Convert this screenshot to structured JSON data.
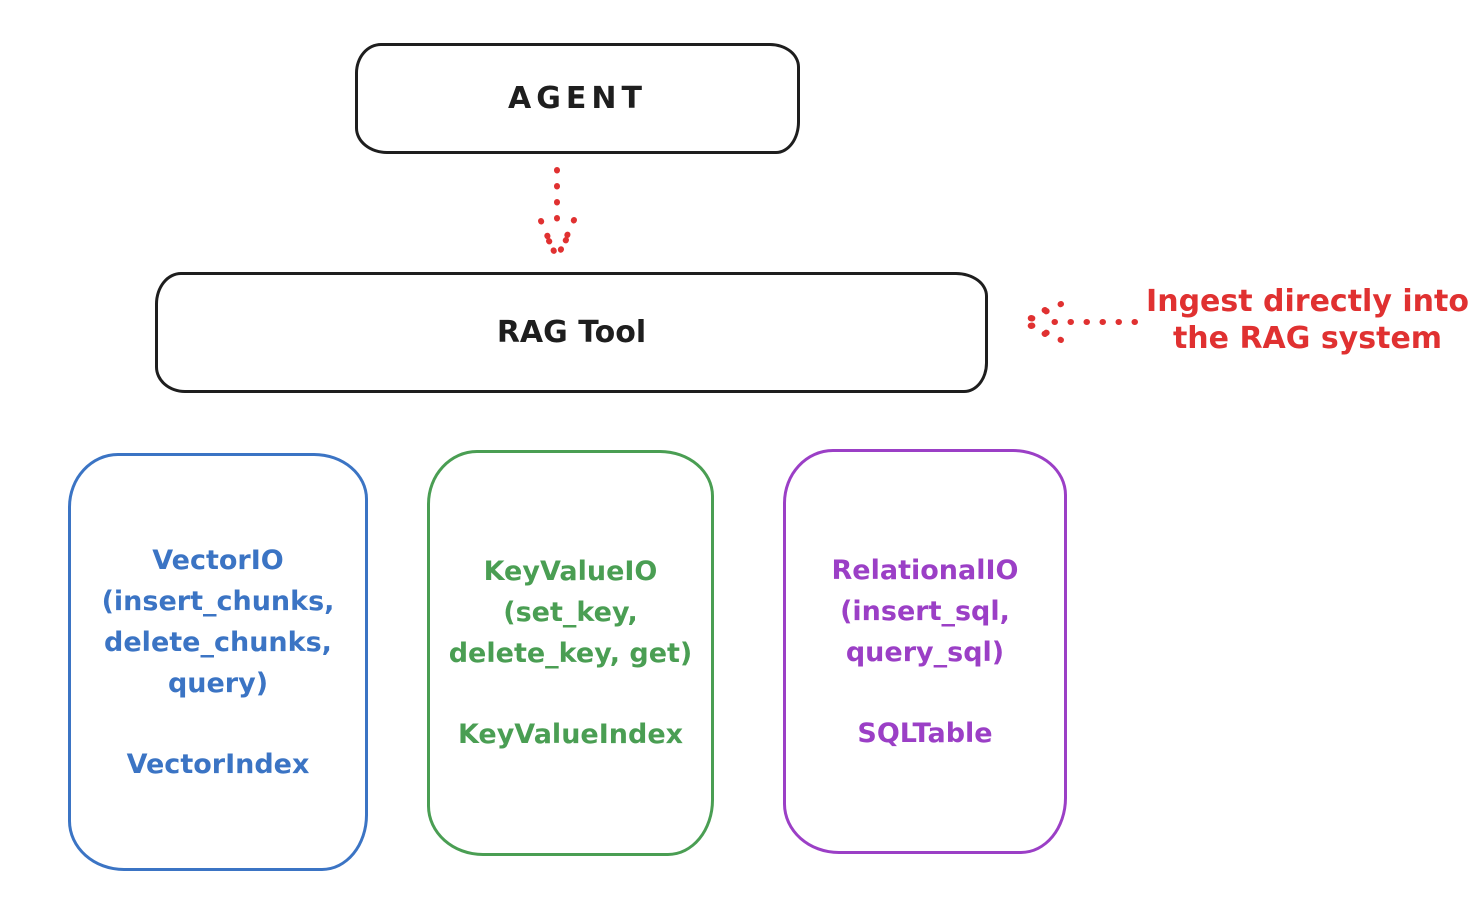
{
  "diagram": {
    "background": "#ffffff",
    "ink_color": "#1e1e1e",
    "accent_red": "#e03131",
    "agent_box": {
      "label": "AGENT"
    },
    "rag_tool_box": {
      "label": "RAG Tool"
    },
    "annotation": {
      "lines": [
        "Ingest directly into",
        "the RAG system"
      ]
    },
    "arrows": [
      {
        "name": "agent-to-rag-tool",
        "style": "dotted",
        "direction": "down"
      },
      {
        "name": "ingest-into-rag-tool",
        "style": "dotted",
        "direction": "left"
      }
    ],
    "backends": [
      {
        "io_lines": [
          "VectorIO",
          "(insert_chunks,",
          "delete_chunks,",
          "query)"
        ],
        "index_label": "VectorIndex",
        "color": "#3b74c4"
      },
      {
        "io_lines": [
          "KeyValueIO",
          "(set_key,",
          "delete_key, get)"
        ],
        "index_label": "KeyValueIndex",
        "color": "#4a9e53"
      },
      {
        "io_lines": [
          "RelationalIO",
          "(insert_sql,",
          "query_sql)"
        ],
        "index_label": "SQLTable",
        "color": "#9b3fc6"
      }
    ]
  }
}
